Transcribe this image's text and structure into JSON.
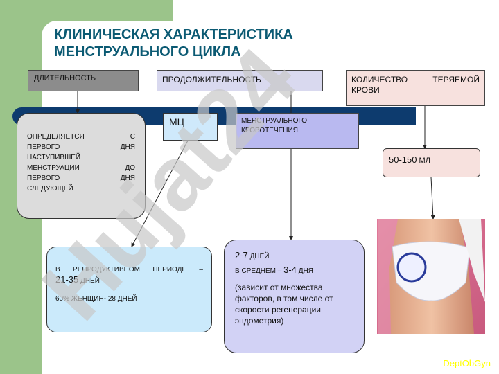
{
  "title_line1": "КЛИНИЧЕСКАЯ ХАРАКТЕРИСТИКА",
  "title_line2": "МЕНСТРУАЛЬНОГО ЦИКЛА",
  "boxes": {
    "duration": "ДЛИТЕЛЬНОСТЬ",
    "length": "ПРОДОЛЖИТЕЛЬНОСТЬ",
    "blood_loss": "КОЛИЧЕСТВО ТЕРЯЕМОЙ КРОВИ",
    "definition_lines": [
      "ОПРЕДЕЛЯЕТСЯ С",
      "ПЕРВОГО ДНЯ",
      "НАСТУПИВШЕЙ",
      "МЕНСТРУАЦИИ ДО",
      "ПЕРВОГО ДНЯ",
      "СЛЕДУЮЩЕЙ"
    ],
    "mc": "МЦ",
    "menstrual_bleeding": "МЕНСТРУАЛЬНОГО КРОВОТЕЧЕНИЯ",
    "volume_value": "50-150",
    "volume_unit": " МЛ",
    "reproductive_prefix": "В РЕПРОДУКТИВНОМ ПЕРИОДЕ –",
    "reproductive_range": "21-35",
    "reproductive_days": " ДНЕЙ",
    "women_percent": "60% ЖЕНЩИН-",
    "women_days_num": " 28",
    "women_days": " ДНЕЙ",
    "days_range": "2-7",
    "days_label": " ДНЕЙ",
    "average_prefix": "В СРЕДНЕМ – ",
    "average_range": "3-4",
    "average_label": " ДНЯ",
    "note": "(зависит от множества факторов, в том числе от скорости регенерации эндометрия)"
  },
  "watermark": "Hujat24",
  "footer": "DeptObGyn",
  "colors": {
    "title": "#0b5a73",
    "green": "#9bc48a",
    "navy_bar": "#0d3b6e",
    "watermark": "#c8c8c8"
  }
}
